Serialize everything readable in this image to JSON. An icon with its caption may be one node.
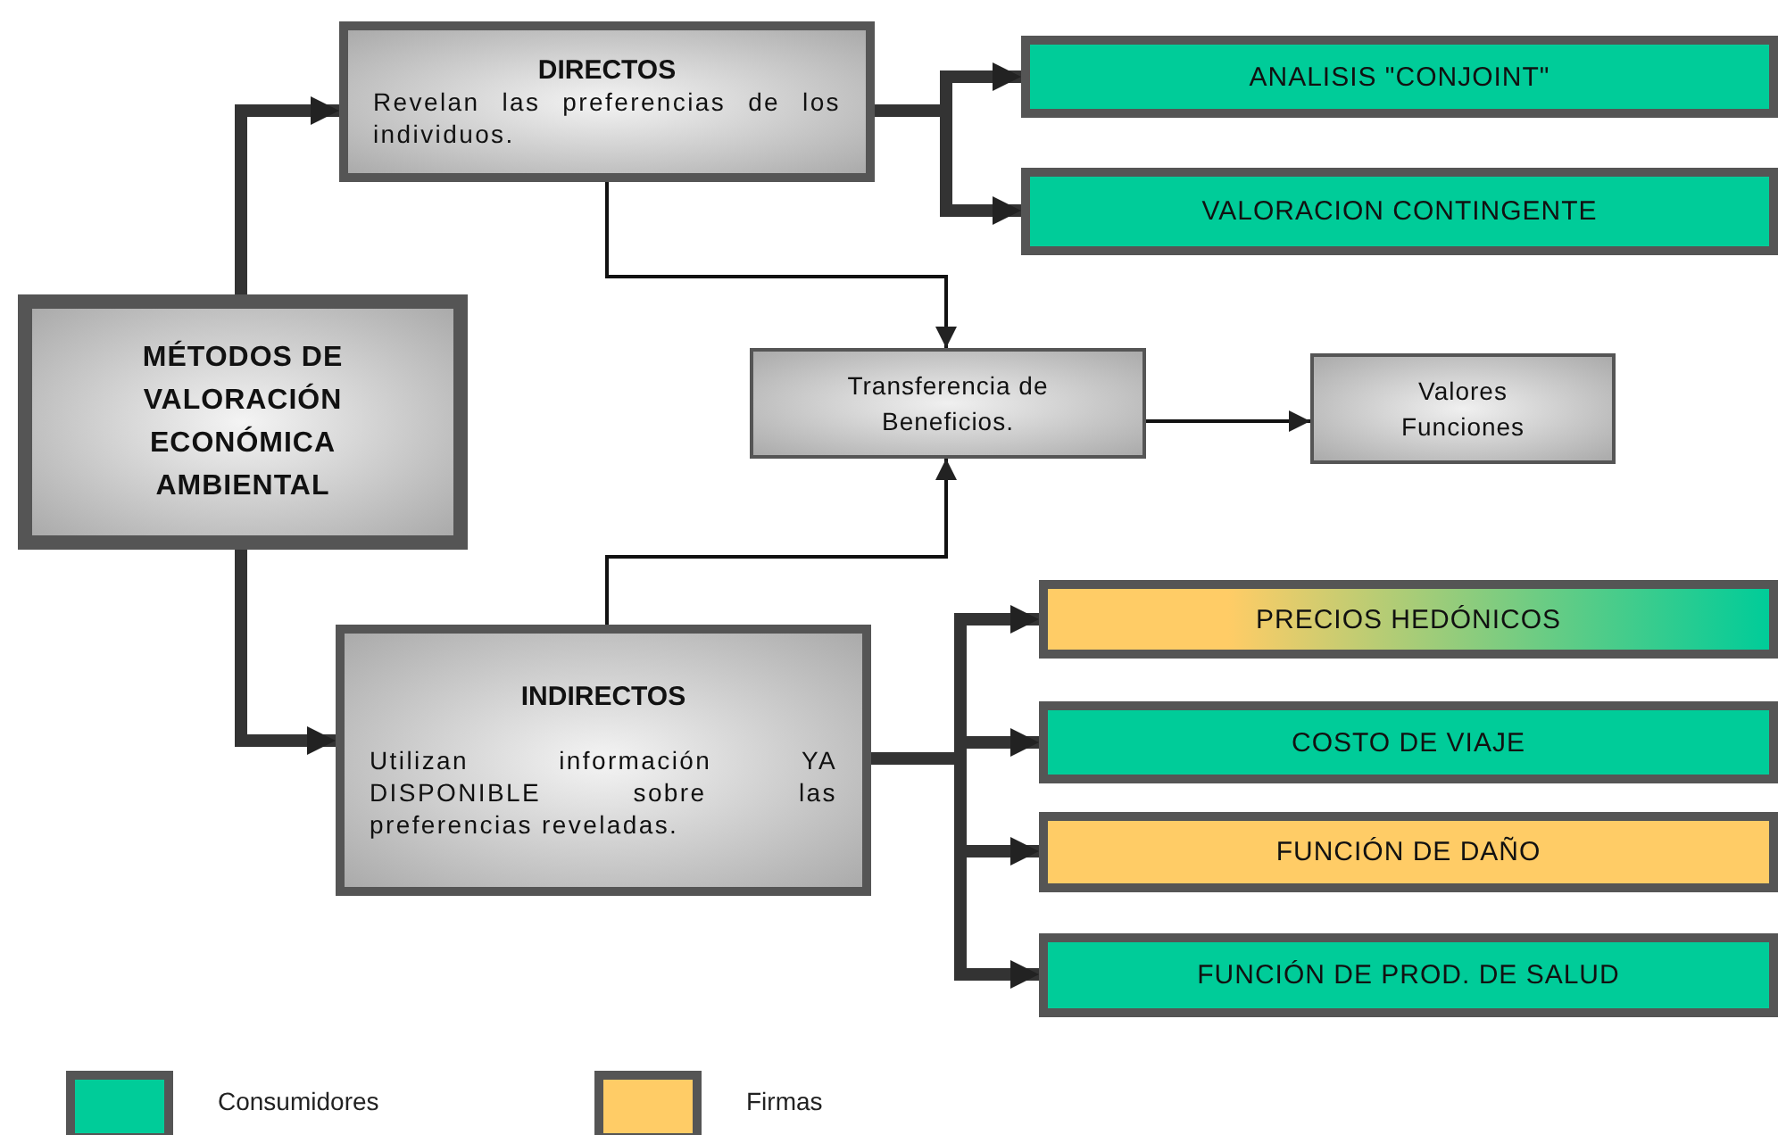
{
  "diagram": {
    "nodes": [
      {
        "text": [
          "MÉTODOS DE VALORACIÓN ECONÓMICA AMBIENTAL"
        ]
      },
      {
        "text": [
          "DIRECTOS",
          "Revelan las preferencias de los individuos."
        ]
      },
      {
        "text": [
          "ANALISIS \"CONJOINT\""
        ]
      },
      {
        "text": [
          "VALORACION CONTINGENTE"
        ]
      },
      {
        "text": [
          "Transferencia de Beneficios."
        ]
      },
      {
        "text": [
          "Valores Funciones"
        ]
      },
      {
        "text": [
          "INDIRECTOS",
          "Utilizan información YA DISPONIBLE sobre las preferencias reveladas."
        ]
      },
      {
        "text": [
          "PRECIOS HEDÓNICOS"
        ]
      },
      {
        "text": [
          "COSTO DE VIAJE"
        ]
      },
      {
        "text": [
          "FUNCIÓN DE DAÑO"
        ]
      },
      {
        "text": [
          "FUNCIÓN DE PROD. DE SALUD"
        ]
      }
    ],
    "edges": [
      {
        "from": 0,
        "to": 1,
        "arrow": "to"
      },
      {
        "from": 0,
        "to": 6,
        "arrow": "to"
      },
      {
        "from": 1,
        "to": 2,
        "arrow": "to"
      },
      {
        "from": 1,
        "to": 3,
        "arrow": "to"
      },
      {
        "from": 1,
        "to": 4,
        "arrow": "to"
      },
      {
        "from": 6,
        "to": 4,
        "arrow": "to"
      },
      {
        "from": 4,
        "to": 5,
        "arrow": "to"
      },
      {
        "from": 6,
        "to": 7,
        "arrow": "to"
      },
      {
        "from": 6,
        "to": 8,
        "arrow": "to"
      },
      {
        "from": 6,
        "to": 9,
        "arrow": "to"
      },
      {
        "from": 6,
        "to": 10,
        "arrow": "to"
      }
    ],
    "legend": [
      {
        "text": "Consumidores",
        "color": "#00cc99"
      },
      {
        "text": "Firmas",
        "color": "#ffcc66"
      }
    ]
  }
}
